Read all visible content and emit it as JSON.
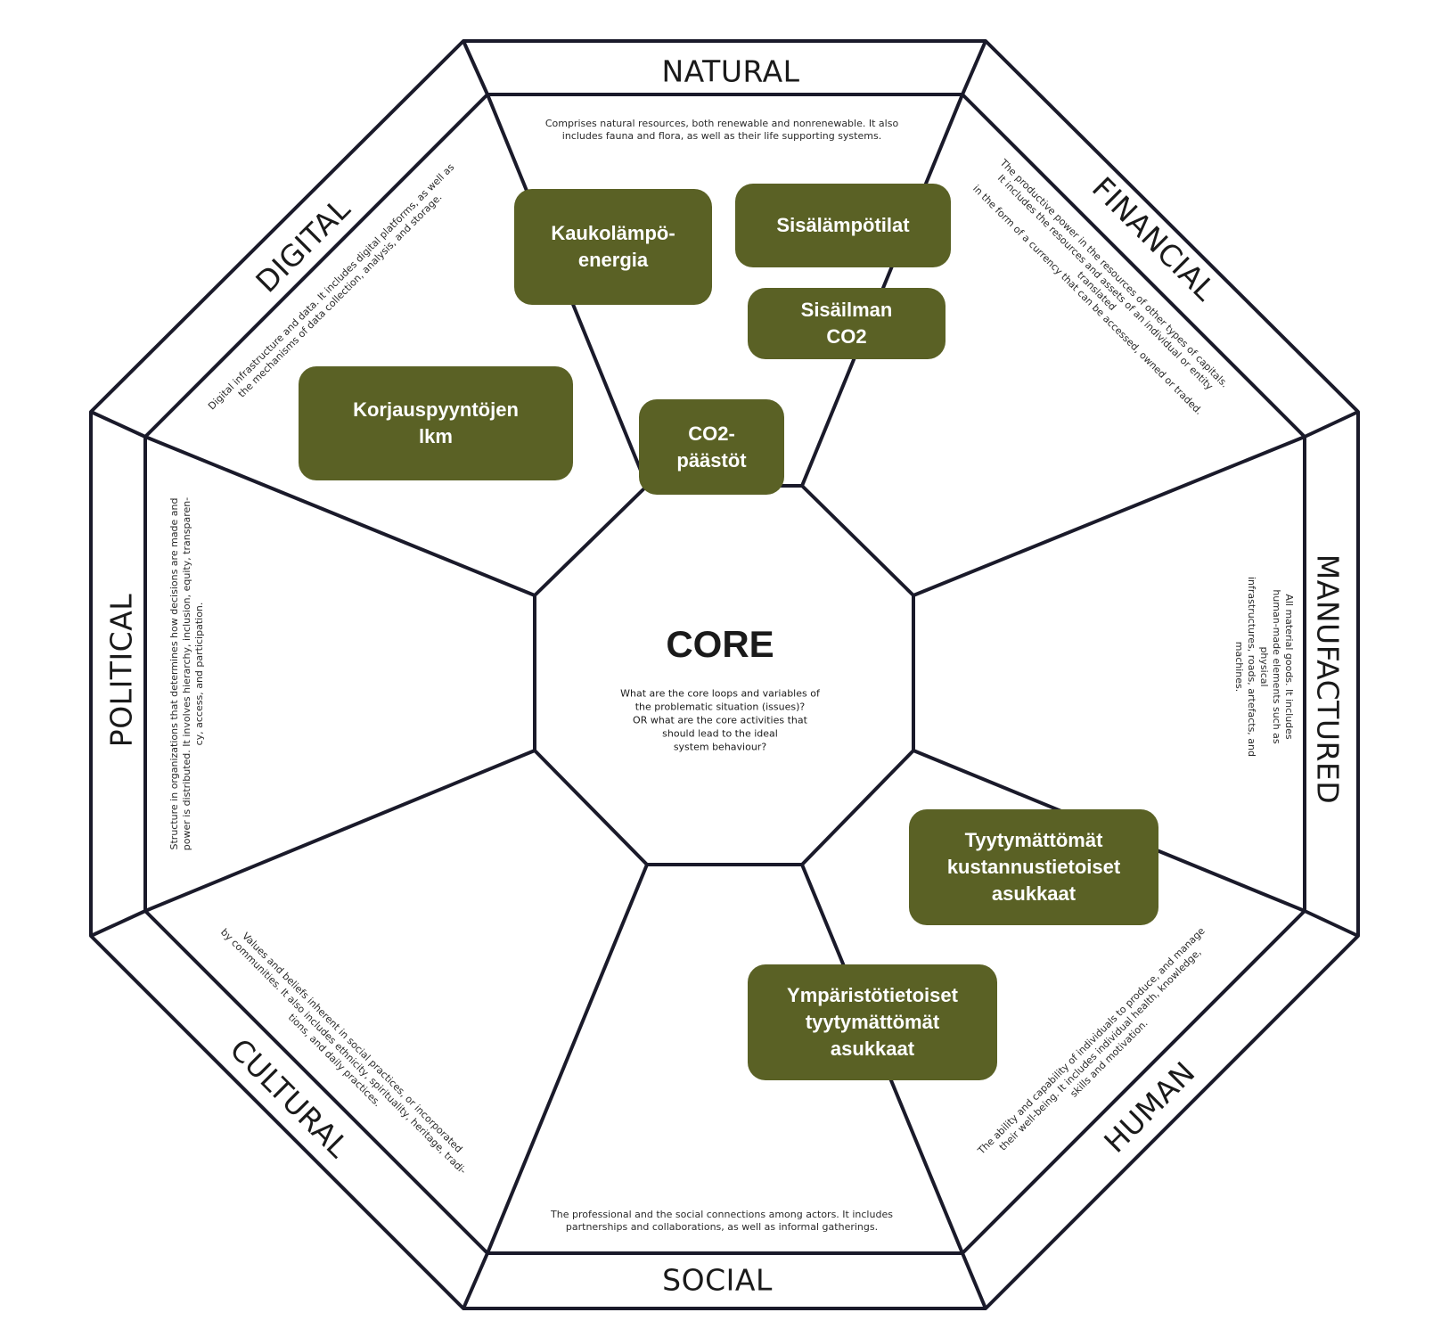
{
  "segments": {
    "natural": {
      "label": "NATURAL",
      "description": "Comprises natural resources, both renewable and nonrenewable. It also\nincludes fauna and flora, as well as their life supporting systems."
    },
    "financial": {
      "label": "FINANCIAL",
      "description": "The productive power in the resources of other types of capitals.\nIt includes the resources and assets of an individual or entity translated\nin the form of a currency that can be accessed, owned or traded."
    },
    "manufactured": {
      "label": "MANUFACTURED",
      "description": "All material goods. It includes human-made elements such as physical\ninfrastructures, roads, artefacts, and machines."
    },
    "human": {
      "label": "HUMAN",
      "description": "The ability and capability of individuals to produce, and manage\ntheir well-being. It includes individual health, knowledge,\nskills and motivation."
    },
    "social": {
      "label": "SOCIAL",
      "description": "The professional and the social connections among actors. It includes\npartnerships and collaborations, as well as informal gatherings."
    },
    "cultural": {
      "label": "CULTURAL",
      "description": "Values and beliefs inherent in social practices, or incorporated\nby communities. It also includes ethnicity, spirituality, heritage, tradi-\ntions, and daily practices."
    },
    "political": {
      "label": "POLITICAL",
      "description": "Structure in organizations that determines how decisions are made and\npower is distributed. It involves hierarchy, inclusion, equity, transparen-\ncy, access, and participation."
    },
    "digital": {
      "label": "DIGITAL",
      "description": "Digital infrastructure and data. It includes digital platforms, as well as\nthe mechanisms of data collection, analysis, and storage."
    }
  },
  "core": {
    "title": "CORE",
    "question": "What are the core loops and variables of\nthe problematic situation (issues)?\nOR what are the core activities that\nshould lead to the ideal\nsystem behaviour?"
  },
  "variables": {
    "kaukolampo": "Kaukolämpö-\nenergia",
    "sisalampotilat": "Sisälämpötilat",
    "sisailman_co2": "Sisäilman\nCO2",
    "korjauspyynnot": "Korjauspyyntöjen\nlkm",
    "co2_paastot": "CO2-\npäästöt",
    "tyytymattomat_kustannus": "Tyytymättömät\nkustannustietoiset\nasukkaat",
    "ymparistotietoiset": "Ympäristötietoiset\ntyytymättömät\nasukkaat"
  },
  "colors": {
    "box_fill": "#5a6125",
    "line": "#1a1a2a"
  }
}
